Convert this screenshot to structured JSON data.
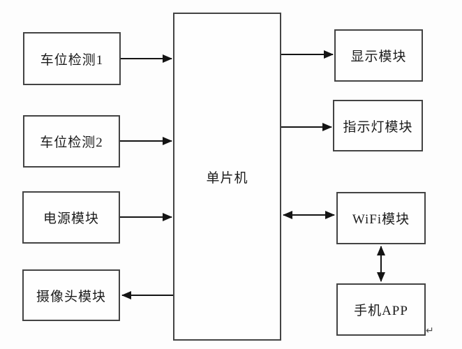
{
  "diagram": {
    "type": "block-diagram",
    "description": "MCU-based smart parking system architecture",
    "nodes": {
      "parking1": {
        "label": "车位检测1"
      },
      "parking2": {
        "label": "车位检测2"
      },
      "power": {
        "label": "电源模块"
      },
      "camera": {
        "label": "摄像头模块"
      },
      "mcu": {
        "label": "单片机"
      },
      "display": {
        "label": "显示模块"
      },
      "indicator": {
        "label": "指示灯模块"
      },
      "wifi": {
        "label": "WiFi模块"
      },
      "app": {
        "label": "手机APP"
      }
    },
    "edges": [
      {
        "from": "parking1",
        "to": "mcu",
        "direction": "one-way"
      },
      {
        "from": "parking2",
        "to": "mcu",
        "direction": "one-way"
      },
      {
        "from": "power",
        "to": "mcu",
        "direction": "one-way"
      },
      {
        "from": "mcu",
        "to": "camera",
        "direction": "one-way"
      },
      {
        "from": "mcu",
        "to": "display",
        "direction": "one-way"
      },
      {
        "from": "mcu",
        "to": "indicator",
        "direction": "one-way"
      },
      {
        "from": "mcu",
        "to": "wifi",
        "direction": "two-way"
      },
      {
        "from": "wifi",
        "to": "app",
        "direction": "two-way"
      }
    ],
    "artifacts": {
      "line_break_mark": "↵"
    },
    "colors": {
      "background": "#fdfdfd",
      "box_border": "#434343",
      "arrow": "#141414",
      "text": "#1c1c1c"
    }
  }
}
